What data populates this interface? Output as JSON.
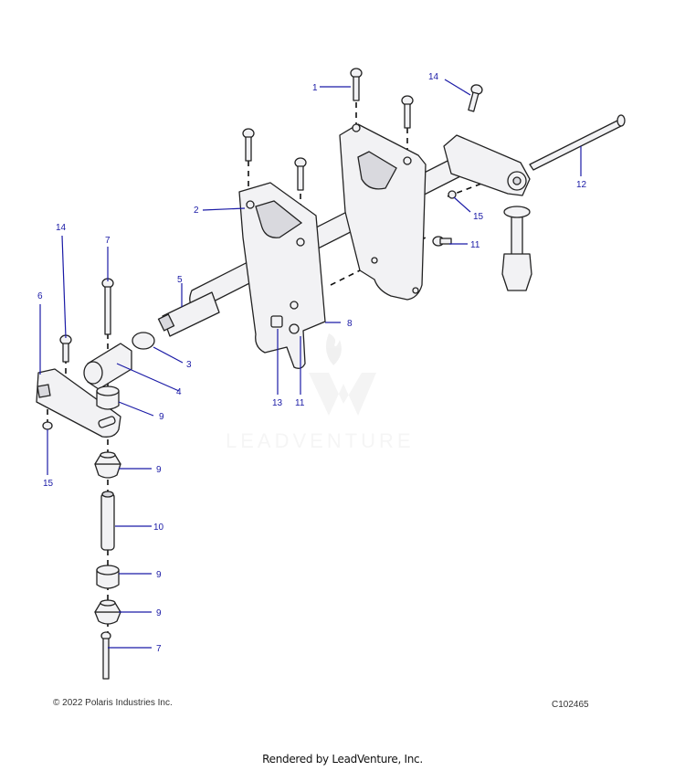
{
  "watermark": {
    "text": "LEADVENTURE"
  },
  "footer": {
    "copyright": "© 2022 Polaris Industries Inc.",
    "diagram_code": "C102465",
    "rendered_by": "Rendered by LeadVenture, Inc."
  },
  "callouts": [
    {
      "id": "c1",
      "label": "1"
    },
    {
      "id": "c2",
      "label": "2"
    },
    {
      "id": "c3",
      "label": "3"
    },
    {
      "id": "c4",
      "label": "4"
    },
    {
      "id": "c5",
      "label": "5"
    },
    {
      "id": "c6",
      "label": "6"
    },
    {
      "id": "c7a",
      "label": "7"
    },
    {
      "id": "c7b",
      "label": "7"
    },
    {
      "id": "c8",
      "label": "8"
    },
    {
      "id": "c9a",
      "label": "9"
    },
    {
      "id": "c9b",
      "label": "9"
    },
    {
      "id": "c9c",
      "label": "9"
    },
    {
      "id": "c9d",
      "label": "9"
    },
    {
      "id": "c10",
      "label": "10"
    },
    {
      "id": "c11a",
      "label": "11"
    },
    {
      "id": "c11b",
      "label": "11"
    },
    {
      "id": "c12",
      "label": "12"
    },
    {
      "id": "c13",
      "label": "13"
    },
    {
      "id": "c14a",
      "label": "14"
    },
    {
      "id": "c14b",
      "label": "14"
    },
    {
      "id": "c15a",
      "label": "15"
    },
    {
      "id": "c15b",
      "label": "15"
    }
  ]
}
